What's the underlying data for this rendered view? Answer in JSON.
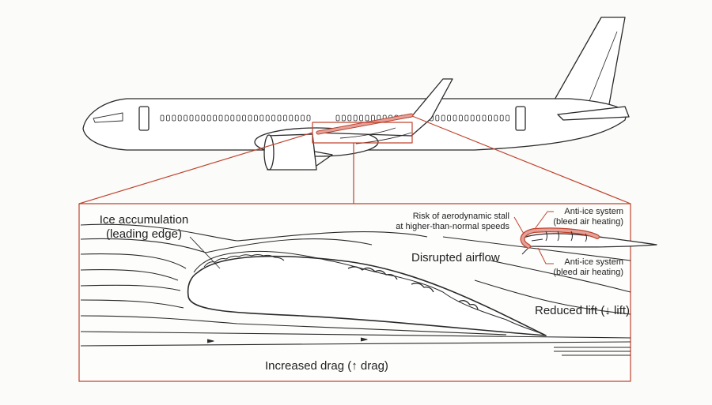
{
  "labels": {
    "ice_accumulation": "Ice accumulation",
    "ice_accumulation_sub": "(leading edge)",
    "disrupted_airflow": "Disrupted airflow",
    "reduced_lift": "Reduced lift (↓ lift)",
    "increased_drag": "Increased drag (↑ drag)",
    "stall_risk_1": "Risk of aerodynamic stall",
    "stall_risk_2": "at higher-than-normal speeds",
    "anti_ice_top_1": "Anti-ice system",
    "anti_ice_top_2": "(bleed air heating)",
    "anti_ice_bottom_1": "Anti-ice system",
    "anti_ice_bottom_2": "(bleed air heating)"
  },
  "colors": {
    "accent": "#c0442e",
    "heated": "#e2a29a",
    "ink": "#2a2a2a"
  }
}
